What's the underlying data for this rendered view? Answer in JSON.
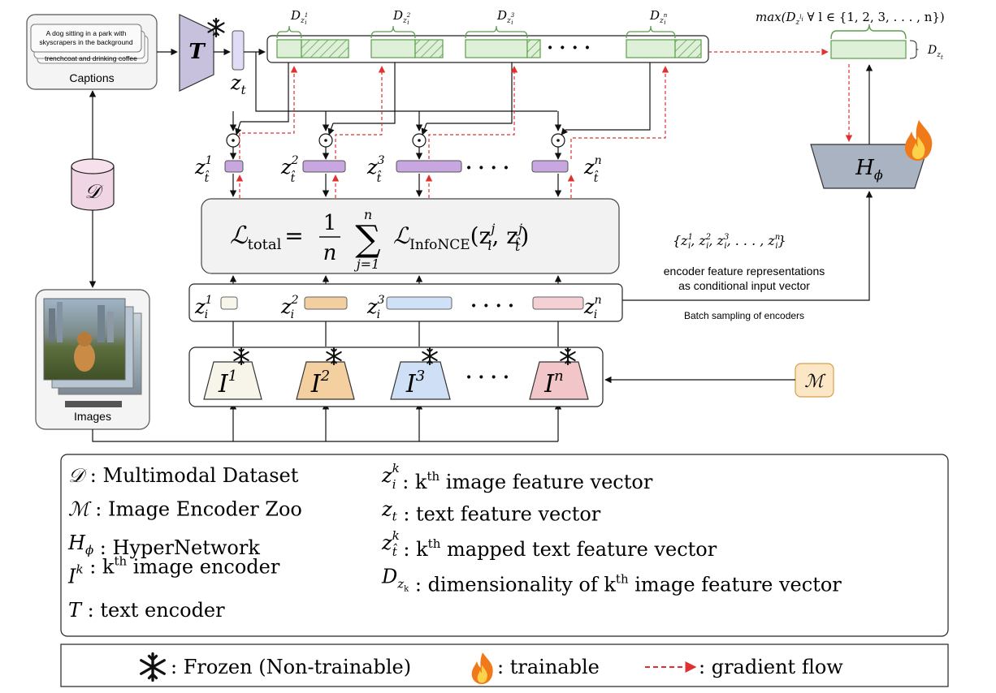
{
  "captions": {
    "text_line1": "A dog sitting in a park with",
    "text_line2": "skyscrapers in the background",
    "text_line3": "trenchcoat and drinking coffee",
    "label": "Captions"
  },
  "images_label": "Images",
  "dataset_symbol": "𝒟",
  "zoo_symbol": "ℳ",
  "text_encoder_symbol": "T",
  "text_feature_symbol": "z",
  "text_feature_sub": "t",
  "dimension_symbol": "D",
  "hypernetwork": {
    "symbol": "H",
    "sub": "ϕ"
  },
  "encoders": [
    {
      "base": "I",
      "sup": "1",
      "fill": "#f7f4ea",
      "feat_fill": "#f8f6ea"
    },
    {
      "base": "I",
      "sup": "2",
      "fill": "#f4cf9f",
      "feat_fill": "#f3cfa0"
    },
    {
      "base": "I",
      "sup": "3",
      "fill": "#cfe0f6",
      "feat_fill": "#cfe1f7"
    },
    {
      "base": "I",
      "sup": "n",
      "fill": "#f2c6c8",
      "feat_fill": "#f4cfd3"
    }
  ],
  "dots": "· · · ·",
  "feature_index": [
    "1",
    "2",
    "3",
    "n"
  ],
  "loss": {
    "lhs": "ℒ",
    "lhs_sub": "total",
    "eq": "=",
    "frac_num": "1",
    "frac_den": "n",
    "sum": "∑",
    "sum_top": "n",
    "sum_bottom": "j=1",
    "term": "ℒ",
    "term_sub": "InfoNCE",
    "args": "(z",
    "arg1_sup": "j",
    "arg1_sub": "i",
    "comma": ", z",
    "arg2_sup": "j",
    "arg2_sub": "t̂",
    "close": ")"
  },
  "max_formula": "max(D",
  "max_formula_rest": " ∀ l ∈ {1, 2, 3, . . . , n})",
  "set_formula": "{z",
  "set_formula_rest": ", . . . , z",
  "annotation": {
    "line1": "encoder feature representations",
    "line2": "as conditional input vector",
    "batch": "Batch sampling of encoders"
  },
  "legend": {
    "col1": [
      {
        "sym": "𝒟",
        "text": " : Multimodal Dataset"
      },
      {
        "sym": "ℳ",
        "text": " : Image Encoder Zoo"
      },
      {
        "sym": "H",
        "sub": "ϕ",
        "text": " : HyperNetwork"
      },
      {
        "sym": "I",
        "sup": "k",
        "text": " : k",
        "tsup": "th",
        "text2": " image encoder"
      },
      {
        "sym": "T",
        "text": " :  text encoder"
      }
    ],
    "col2": [
      {
        "sym": "z",
        "sup": "k",
        "sub": "i",
        "text": " : k",
        "tsup": "th",
        "text2": " image feature vector"
      },
      {
        "sym": "z",
        "sub": "t",
        "text": " : text feature vector"
      },
      {
        "sym": "z",
        "sup": "k",
        "sub": "t̂",
        "text": " : k",
        "tsup": "th",
        "text2": " mapped text feature vector"
      },
      {
        "sym": "D",
        "sub": "z",
        "subsub": "k",
        "text": " : dimensionality of k",
        "tsup": "th",
        "text2": " image feature vector"
      }
    ],
    "frozen": " : Frozen (Non-trainable)",
    "trainable": " : trainable",
    "gradient": " : gradient flow"
  },
  "colors": {
    "green_fill": "#dff0d8",
    "green_stroke": "#5c9e4c",
    "purple": "#c8a6df",
    "hyper": "#a9b3c1",
    "text_enc": "#c7c1de",
    "red": "#e03030"
  }
}
